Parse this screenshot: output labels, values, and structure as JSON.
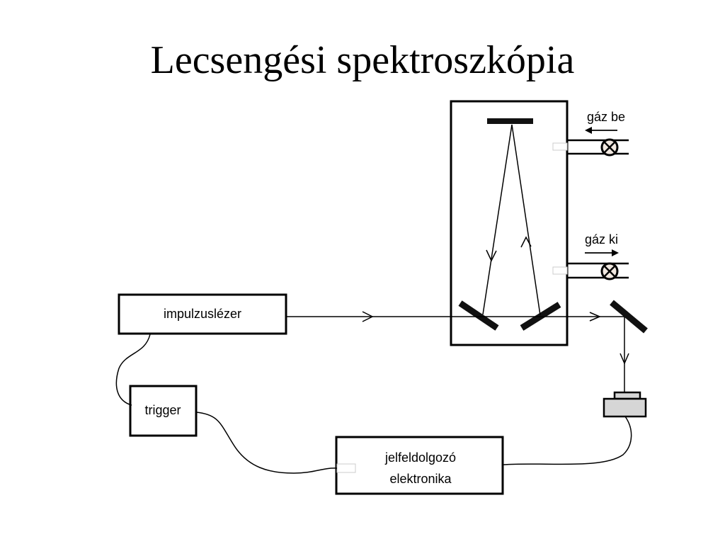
{
  "slide": {
    "title": "Lecsengési spektroszkópia"
  },
  "components": {
    "laser": "impulzuslézer",
    "trigger": "trigger",
    "electronics_line1": "jelfeldolgozó",
    "electronics_line2": "elektronika",
    "gas_in": "gáz be",
    "gas_out": "gáz ki"
  },
  "colors": {
    "line": "#000000",
    "detector_fill": "#d6d6d6",
    "valve_fill": "#f2e9e1"
  }
}
